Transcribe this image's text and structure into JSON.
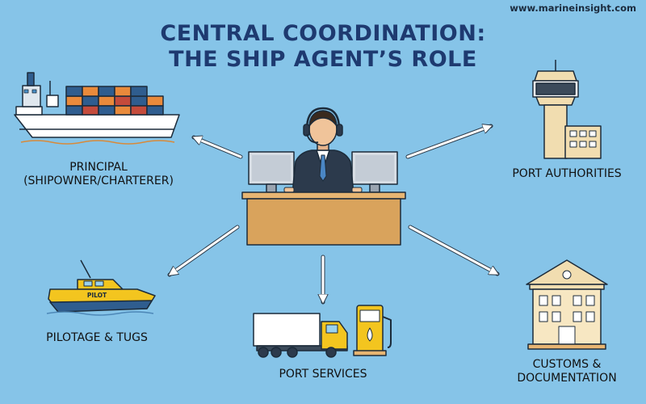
{
  "watermark": "www.marineinsight.com",
  "title": {
    "line1": "CENTRAL COORDINATION:",
    "line2": "THE SHIP AGENT’S ROLE"
  },
  "nodes": {
    "principal": {
      "line1": "PRINCIPAL",
      "line2": "(SHIPOWNER/CHARTERER)",
      "icon": "container-ship-icon"
    },
    "port_authorities": {
      "label": "PORT AUTHORITIES",
      "icon": "control-tower-icon"
    },
    "pilotage": {
      "label": "PILOTAGE & TUGS",
      "icon": "pilot-boat-icon",
      "boat_text": "PILOT"
    },
    "port_services": {
      "label": "PORT SERVICES",
      "icon": "truck-and-fuel-pump-icon"
    },
    "customs": {
      "line1": "CUSTOMS &",
      "line2": "DOCUMENTATION",
      "icon": "customs-building-icon"
    }
  },
  "center": {
    "icon": "ship-agent-at-desk-icon"
  },
  "colors": {
    "background": "#86c4e8",
    "title": "#1e3a70",
    "desk": "#d9a35c",
    "arrow": "#ffffff"
  }
}
